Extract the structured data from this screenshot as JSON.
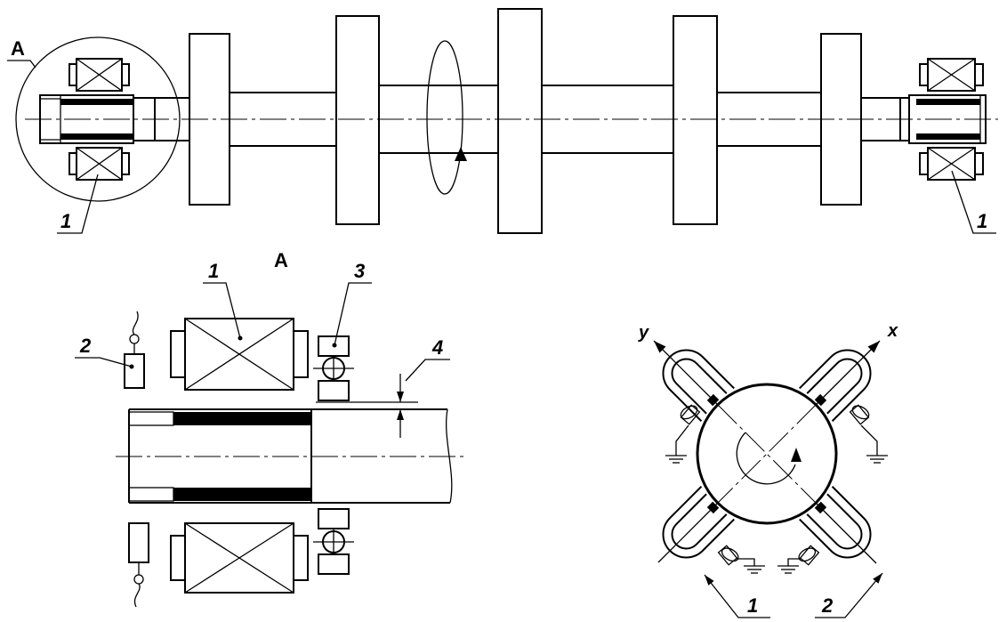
{
  "main_view": {
    "detail_marker": "A",
    "callouts": [
      "1",
      "1"
    ]
  },
  "detail_view": {
    "title": "A",
    "callouts": [
      "1",
      "2",
      "3",
      "4"
    ]
  },
  "cross_section": {
    "axis_labels": {
      "x": "x",
      "y": "y"
    },
    "callouts": [
      "1",
      "2"
    ]
  },
  "colors": {
    "stroke": "#000000",
    "background": "#ffffff",
    "band": "#000000"
  }
}
